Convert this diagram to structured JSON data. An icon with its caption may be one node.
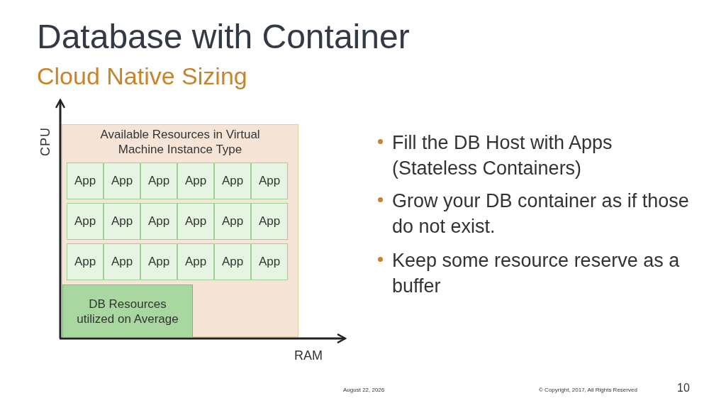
{
  "diagram": {
    "title": "Database with Container",
    "nodes": [
      {
        "text": [
          "Available Resources in Virtual Machine Instance Type"
        ]
      },
      {
        "text": [
          "App"
        ],
        "in": 0
      },
      {
        "text": [
          "App"
        ],
        "in": 0
      },
      {
        "text": [
          "App"
        ],
        "in": 0
      },
      {
        "text": [
          "App"
        ],
        "in": 0
      },
      {
        "text": [
          "App"
        ],
        "in": 0
      },
      {
        "text": [
          "App"
        ],
        "in": 0
      },
      {
        "text": [
          "App"
        ],
        "in": 0
      },
      {
        "text": [
          "App"
        ],
        "in": 0
      },
      {
        "text": [
          "App"
        ],
        "in": 0
      },
      {
        "text": [
          "App"
        ],
        "in": 0
      },
      {
        "text": [
          "App"
        ],
        "in": 0
      },
      {
        "text": [
          "App"
        ],
        "in": 0
      },
      {
        "text": [
          "App"
        ],
        "in": 0
      },
      {
        "text": [
          "App"
        ],
        "in": 0
      },
      {
        "text": [
          "App"
        ],
        "in": 0
      },
      {
        "text": [
          "App"
        ],
        "in": 0
      },
      {
        "text": [
          "App"
        ],
        "in": 0
      },
      {
        "text": [
          "App"
        ],
        "in": 0
      },
      {
        "text": [
          "DB Resources utilized on Average"
        ],
        "in": 0
      }
    ],
    "labels": [
      "Cloud Native Sizing",
      "CPU",
      "RAM",
      "Fill the DB Host with Apps (Stateless Containers)",
      "Grow your DB container as if those do not exist.",
      "Keep some resource reserve as a buffer",
      "August 22, 2026",
      "© Copyright, 2017, All Rights Reserved",
      "10"
    ]
  }
}
